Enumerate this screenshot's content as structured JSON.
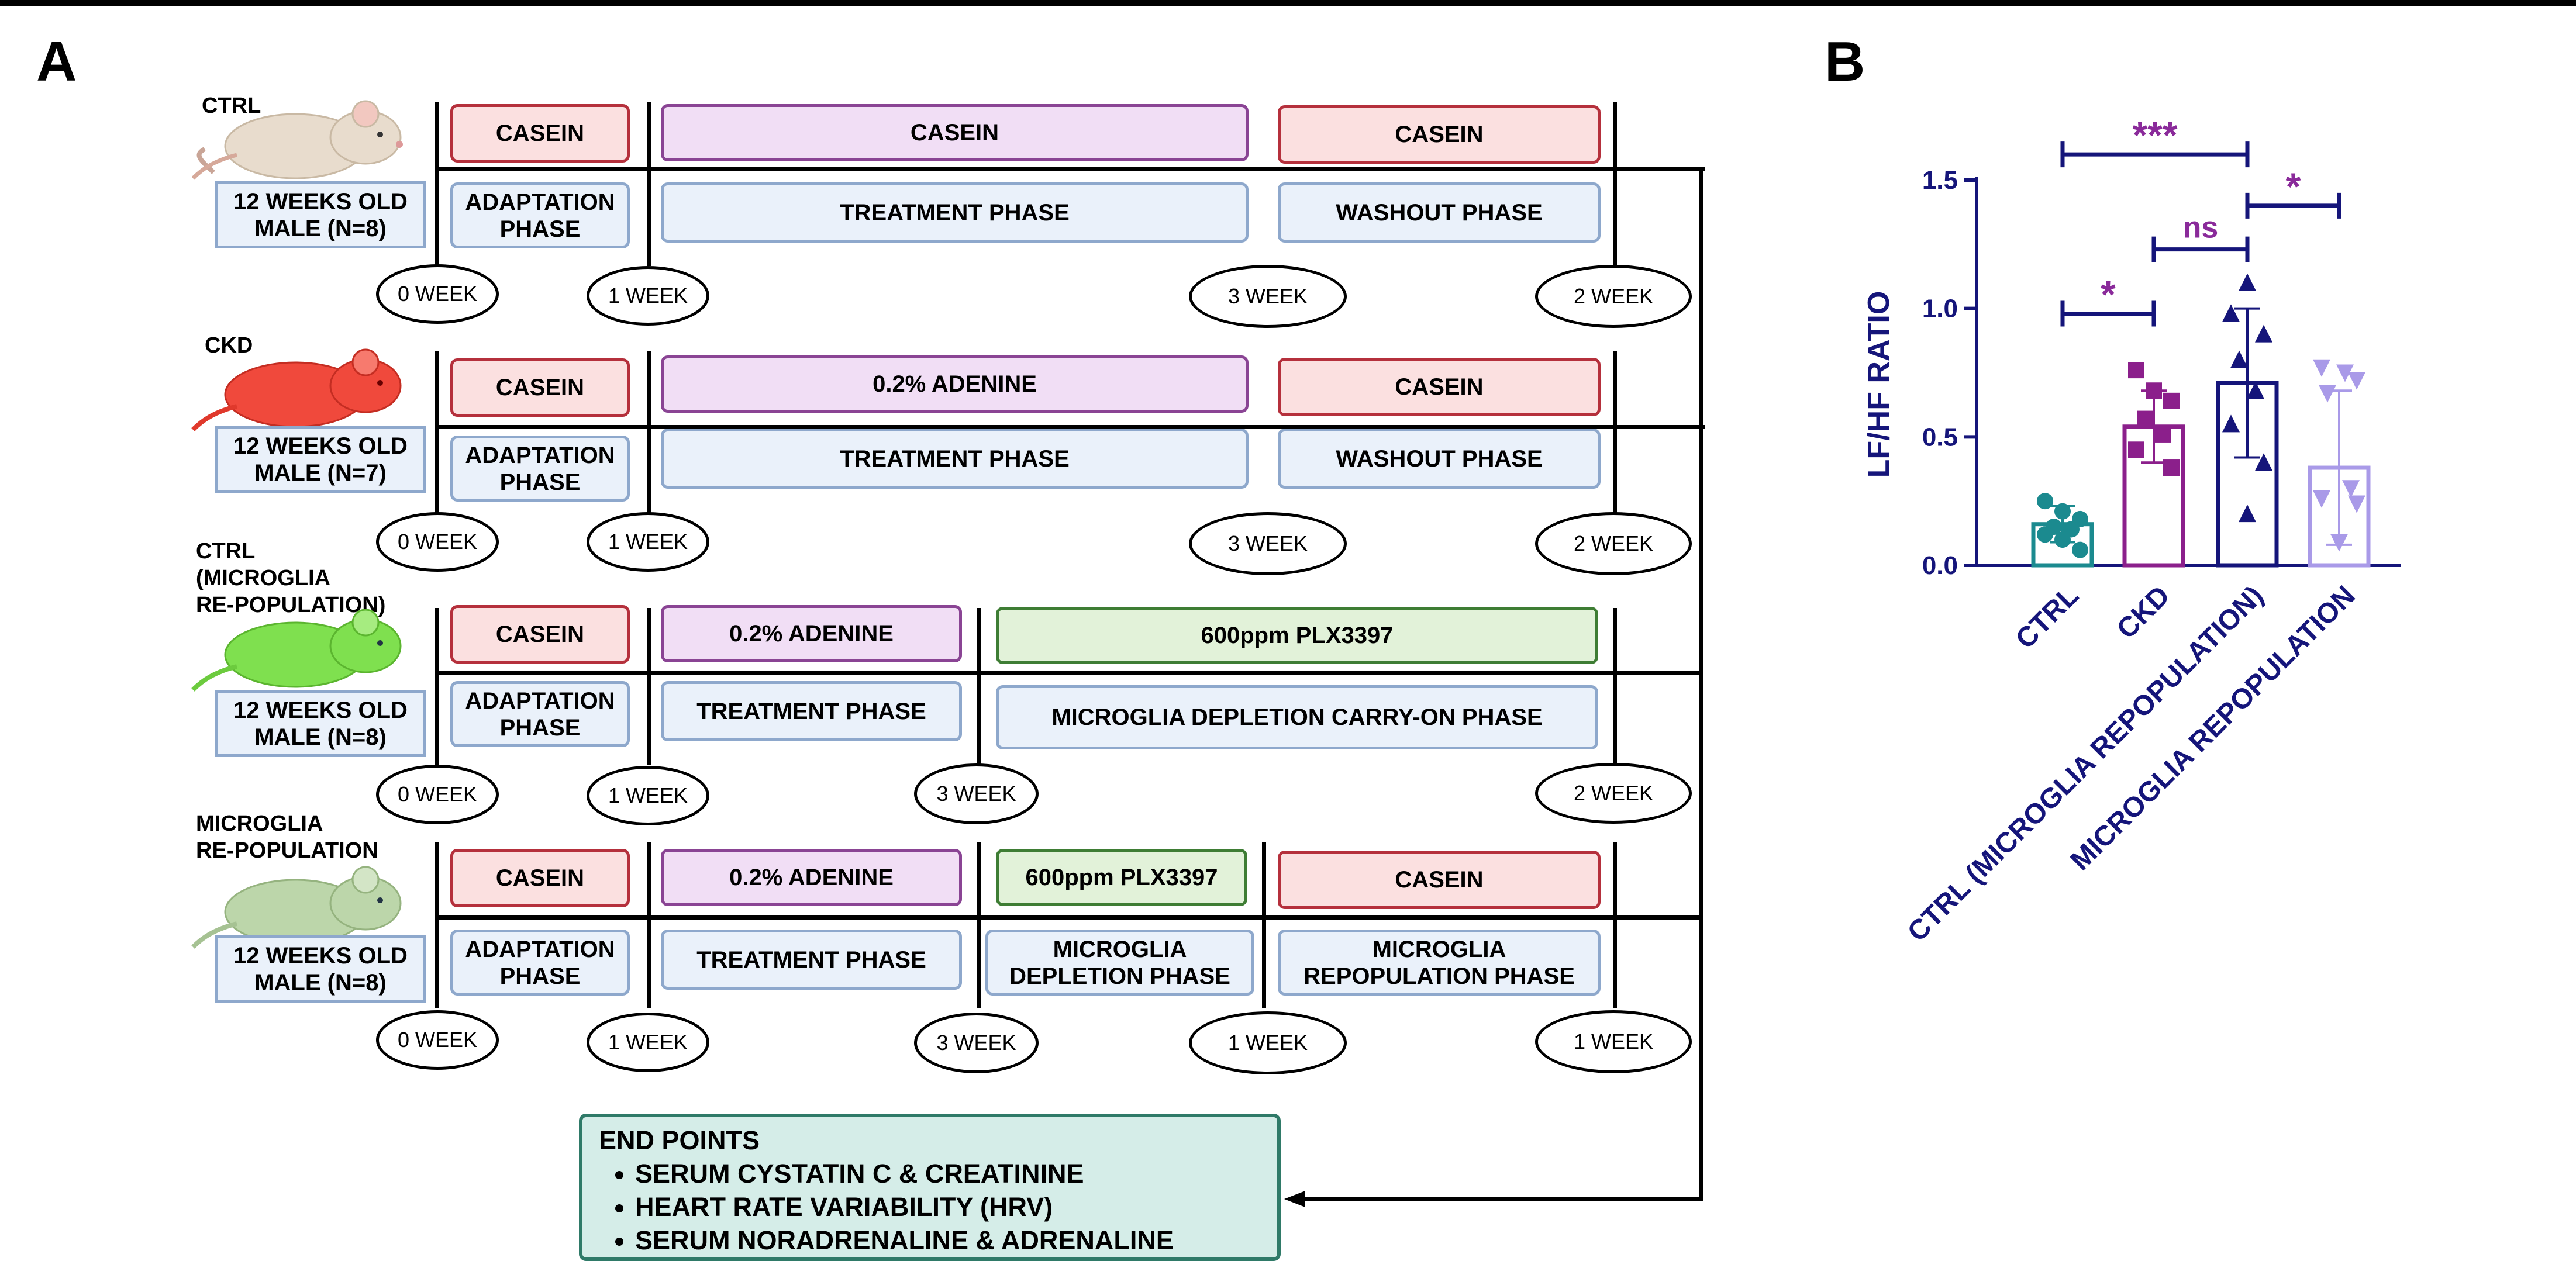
{
  "panel_a": {
    "letter": "A",
    "groups": [
      {
        "name": "CTRL",
        "info": "12 WEEKS OLD\nMALE (N=8)",
        "diets": [
          "CASEIN",
          "CASEIN",
          "CASEIN"
        ],
        "phases": [
          "ADAPTATION\nPHASE",
          "TREATMENT PHASE",
          "WASHOUT PHASE"
        ],
        "weeks": [
          "0 WEEK",
          "1 WEEK",
          "3 WEEK",
          "2 WEEK"
        ]
      },
      {
        "name": "CKD",
        "info": "12 WEEKS OLD\nMALE (N=7)",
        "diets": [
          "CASEIN",
          "0.2% ADENINE",
          "CASEIN"
        ],
        "phases": [
          "ADAPTATION\nPHASE",
          "TREATMENT PHASE",
          "WASHOUT PHASE"
        ],
        "weeks": [
          "0 WEEK",
          "1 WEEK",
          "3 WEEK",
          "2 WEEK"
        ]
      },
      {
        "name": "CTRL\n(MICROGLIA\nRE-POPULATION)",
        "info": "12 WEEKS OLD\nMALE (N=8)",
        "diets": [
          "CASEIN",
          "0.2% ADENINE",
          "600ppm PLX3397"
        ],
        "phases": [
          "ADAPTATION\nPHASE",
          "TREATMENT PHASE",
          "MICROGLIA DEPLETION CARRY-ON PHASE"
        ],
        "weeks": [
          "0 WEEK",
          "1 WEEK",
          "3 WEEK",
          "2 WEEK"
        ]
      },
      {
        "name": "MICROGLIA\nRE-POPULATION",
        "info": "12 WEEKS OLD\nMALE (N=8)",
        "diets": [
          "CASEIN",
          "0.2% ADENINE",
          "600ppm PLX3397",
          "CASEIN"
        ],
        "phases": [
          "ADAPTATION\nPHASE",
          "TREATMENT PHASE",
          "MICROGLIA\nDEPLETION PHASE",
          "MICROGLIA\nREPOPULATION PHASE"
        ],
        "weeks": [
          "0 WEEK",
          "1 WEEK",
          "3 WEEK",
          "1 WEEK",
          "1 WEEK"
        ]
      }
    ],
    "endpoints": {
      "title": "END POINTS",
      "items": [
        "SERUM CYSTATIN C & CREATININE",
        "HEART RATE VARIABILITY (HRV)",
        "SERUM NORADRENALINE & ADRENALINE"
      ]
    },
    "colors": {
      "casein_fill": "#fbe0e0",
      "casein_border": "#b5303c",
      "adenine_fill": "#f1def5",
      "adenine_border": "#8a4494",
      "plx_fill": "#e2f2d9",
      "plx_border": "#3e7d34",
      "phase_fill": "#eaf1fa",
      "phase_border": "#8ea8cc",
      "endpoints_fill": "#d5ede8",
      "endpoints_border": "#2f7a68",
      "mouse_ctrl": "#e8dccd",
      "mouse_ckd": "#f0493c",
      "mouse_ctrl_repop": "#7fe04f",
      "mouse_repop": "#bcd6aa"
    }
  },
  "panel_b": {
    "letter": "B",
    "chart_data": {
      "type": "bar",
      "categories": [
        "CTRL",
        "CKD",
        "CTRL (MICROGLIA REPOPULATION)",
        "MICROGLIA REPOPULATION"
      ],
      "ylabel": "LF/HF RATIO",
      "xlabel": "",
      "ylim": [
        0,
        1.5
      ],
      "yticks": [
        "0.0",
        "0.5",
        "1.0",
        "1.5"
      ],
      "series": [
        {
          "values": [
            0.16,
            0.54,
            0.71,
            0.38
          ],
          "sd": [
            0.07,
            0.14,
            0.29,
            0.3
          ],
          "colors": [
            "#1b8a8f",
            "#8b1f8b",
            "#15157a",
            "#a99ae8"
          ],
          "markers": [
            "circle",
            "square",
            "triangle-up",
            "triangle-down"
          ]
        }
      ],
      "points": [
        [
          0.25,
          0.21,
          0.18,
          0.15,
          0.14,
          0.12,
          0.1,
          0.06
        ],
        [
          0.76,
          0.68,
          0.64,
          0.57,
          0.51,
          0.45,
          0.38
        ],
        [
          1.1,
          0.98,
          0.9,
          0.8,
          0.68,
          0.55,
          0.4,
          0.2
        ],
        [
          0.77,
          0.75,
          0.72,
          0.67,
          0.3,
          0.26,
          0.24,
          0.09
        ]
      ],
      "significance": [
        {
          "from": 0,
          "to": 2,
          "label": "***"
        },
        {
          "from": 0,
          "to": 1,
          "label": "*"
        },
        {
          "from": 1,
          "to": 2,
          "label": "ns"
        },
        {
          "from": 2,
          "to": 3,
          "label": "*"
        }
      ]
    }
  }
}
